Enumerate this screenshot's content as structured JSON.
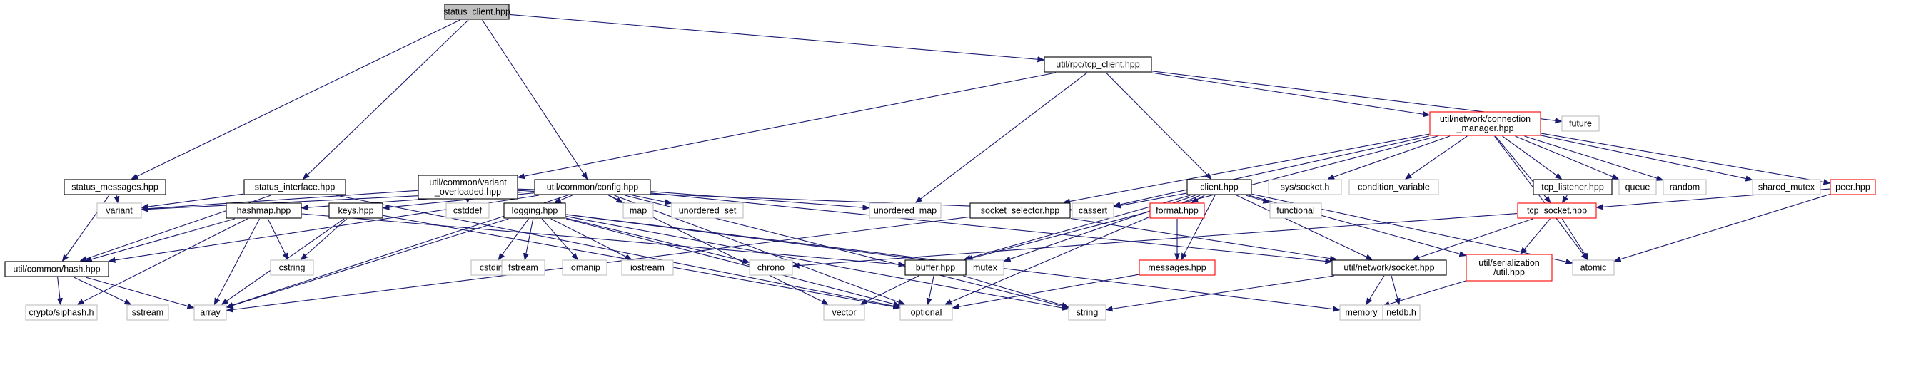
{
  "colors": {
    "edge": "#191970",
    "root_fill": "#bfbfbf",
    "root_border": "#000000",
    "local_border": "#000000",
    "truncated_border": "#ff0000",
    "external_border": "#bfbfbf",
    "node_fill": "#ffffff"
  },
  "nodes": [
    {
      "id": "status_client",
      "lines": [
        "status_client.hpp"
      ],
      "kind": "root"
    },
    {
      "id": "tcp_client",
      "lines": [
        "util/rpc/tcp_client.hpp"
      ],
      "kind": "local"
    },
    {
      "id": "future",
      "lines": [
        "future"
      ],
      "kind": "external"
    },
    {
      "id": "connection_manager",
      "lines": [
        "util/network/connection",
        "_manager.hpp"
      ],
      "kind": "truncated"
    },
    {
      "id": "status_messages",
      "lines": [
        "status_messages.hpp"
      ],
      "kind": "local"
    },
    {
      "id": "status_interface",
      "lines": [
        "status_interface.hpp"
      ],
      "kind": "local"
    },
    {
      "id": "variant_overloaded",
      "lines": [
        "util/common/variant",
        "_overloaded.hpp"
      ],
      "kind": "local"
    },
    {
      "id": "config",
      "lines": [
        "util/common/config.hpp"
      ],
      "kind": "local"
    },
    {
      "id": "client",
      "lines": [
        "client.hpp"
      ],
      "kind": "local"
    },
    {
      "id": "sys_socket",
      "lines": [
        "sys/socket.h"
      ],
      "kind": "external"
    },
    {
      "id": "condition_variable",
      "lines": [
        "condition_variable"
      ],
      "kind": "external"
    },
    {
      "id": "tcp_listener",
      "lines": [
        "tcp_listener.hpp"
      ],
      "kind": "local"
    },
    {
      "id": "queue",
      "lines": [
        "queue"
      ],
      "kind": "external"
    },
    {
      "id": "random",
      "lines": [
        "random"
      ],
      "kind": "external"
    },
    {
      "id": "shared_mutex",
      "lines": [
        "shared_mutex"
      ],
      "kind": "external"
    },
    {
      "id": "peer",
      "lines": [
        "peer.hpp"
      ],
      "kind": "truncated"
    },
    {
      "id": "variant",
      "lines": [
        "variant"
      ],
      "kind": "external"
    },
    {
      "id": "cstddef",
      "lines": [
        "cstddef"
      ],
      "kind": "external"
    },
    {
      "id": "map",
      "lines": [
        "map"
      ],
      "kind": "external"
    },
    {
      "id": "unordered_set",
      "lines": [
        "unordered_set"
      ],
      "kind": "external"
    },
    {
      "id": "unordered_map",
      "lines": [
        "unordered_map"
      ],
      "kind": "external"
    },
    {
      "id": "cassert",
      "lines": [
        "cassert"
      ],
      "kind": "external"
    },
    {
      "id": "functional",
      "lines": [
        "functional"
      ],
      "kind": "external"
    },
    {
      "id": "hashmap",
      "lines": [
        "hashmap.hpp"
      ],
      "kind": "local"
    },
    {
      "id": "keys",
      "lines": [
        "keys.hpp"
      ],
      "kind": "local"
    },
    {
      "id": "logging",
      "lines": [
        "logging.hpp"
      ],
      "kind": "local"
    },
    {
      "id": "socket_selector",
      "lines": [
        "socket_selector.hpp"
      ],
      "kind": "local"
    },
    {
      "id": "format",
      "lines": [
        "format.hpp"
      ],
      "kind": "truncated"
    },
    {
      "id": "tcp_socket",
      "lines": [
        "tcp_socket.hpp"
      ],
      "kind": "truncated"
    },
    {
      "id": "hash",
      "lines": [
        "util/common/hash.hpp"
      ],
      "kind": "local"
    },
    {
      "id": "cstring",
      "lines": [
        "cstring"
      ],
      "kind": "external"
    },
    {
      "id": "cstdint",
      "lines": [
        "cstdint"
      ],
      "kind": "external"
    },
    {
      "id": "fstream",
      "lines": [
        "fstream"
      ],
      "kind": "external"
    },
    {
      "id": "iomanip",
      "lines": [
        "iomanip"
      ],
      "kind": "external"
    },
    {
      "id": "iostream",
      "lines": [
        "iostream"
      ],
      "kind": "external"
    },
    {
      "id": "chrono",
      "lines": [
        "chrono"
      ],
      "kind": "external"
    },
    {
      "id": "mutex",
      "lines": [
        "mutex"
      ],
      "kind": "external"
    },
    {
      "id": "buffer",
      "lines": [
        "buffer.hpp"
      ],
      "kind": "local"
    },
    {
      "id": "messages",
      "lines": [
        "messages.hpp"
      ],
      "kind": "truncated"
    },
    {
      "id": "network_socket",
      "lines": [
        "util/network/socket.hpp"
      ],
      "kind": "local"
    },
    {
      "id": "serialization_util",
      "lines": [
        "util/serialization",
        "/util.hpp"
      ],
      "kind": "truncated"
    },
    {
      "id": "atomic",
      "lines": [
        "atomic"
      ],
      "kind": "external"
    },
    {
      "id": "siphash",
      "lines": [
        "crypto/siphash.h"
      ],
      "kind": "external"
    },
    {
      "id": "sstream",
      "lines": [
        "sstream"
      ],
      "kind": "external"
    },
    {
      "id": "array",
      "lines": [
        "array"
      ],
      "kind": "external"
    },
    {
      "id": "vector",
      "lines": [
        "vector"
      ],
      "kind": "external"
    },
    {
      "id": "optional",
      "lines": [
        "optional"
      ],
      "kind": "external"
    },
    {
      "id": "string",
      "lines": [
        "string"
      ],
      "kind": "external"
    },
    {
      "id": "memory",
      "lines": [
        "memory"
      ],
      "kind": "external"
    },
    {
      "id": "netdb",
      "lines": [
        "netdb.h"
      ],
      "kind": "external"
    }
  ],
  "edges": [
    [
      "status_client",
      "tcp_client"
    ],
    [
      "status_client",
      "status_messages"
    ],
    [
      "status_client",
      "status_interface"
    ],
    [
      "status_client",
      "config"
    ],
    [
      "tcp_client",
      "future"
    ],
    [
      "tcp_client",
      "connection_manager"
    ],
    [
      "tcp_client",
      "variant_overloaded"
    ],
    [
      "tcp_client",
      "client"
    ],
    [
      "tcp_client",
      "unordered_map"
    ],
    [
      "connection_manager",
      "sys_socket"
    ],
    [
      "connection_manager",
      "condition_variable"
    ],
    [
      "connection_manager",
      "tcp_listener"
    ],
    [
      "connection_manager",
      "queue"
    ],
    [
      "connection_manager",
      "random"
    ],
    [
      "connection_manager",
      "shared_mutex"
    ],
    [
      "connection_manager",
      "peer"
    ],
    [
      "connection_manager",
      "cassert"
    ],
    [
      "connection_manager",
      "socket_selector"
    ],
    [
      "connection_manager",
      "tcp_socket"
    ],
    [
      "connection_manager",
      "atomic"
    ],
    [
      "connection_manager",
      "buffer"
    ],
    [
      "status_messages",
      "variant"
    ],
    [
      "status_messages",
      "hash"
    ],
    [
      "status_interface",
      "variant"
    ],
    [
      "status_interface",
      "hash"
    ],
    [
      "status_interface",
      "optional"
    ],
    [
      "variant_overloaded",
      "variant"
    ],
    [
      "variant_overloaded",
      "cstddef"
    ],
    [
      "variant_overloaded",
      "cassert"
    ],
    [
      "config",
      "variant"
    ],
    [
      "config",
      "map"
    ],
    [
      "config",
      "unordered_set"
    ],
    [
      "config",
      "unordered_map"
    ],
    [
      "config",
      "hashmap"
    ],
    [
      "config",
      "keys"
    ],
    [
      "config",
      "logging"
    ],
    [
      "config",
      "hash"
    ],
    [
      "config",
      "array"
    ],
    [
      "config",
      "vector"
    ],
    [
      "config",
      "optional"
    ],
    [
      "config",
      "string"
    ],
    [
      "config",
      "network_socket"
    ],
    [
      "client",
      "cassert"
    ],
    [
      "client",
      "functional"
    ],
    [
      "client",
      "format"
    ],
    [
      "client",
      "messages"
    ],
    [
      "client",
      "buffer"
    ],
    [
      "client",
      "mutex"
    ],
    [
      "client",
      "optional"
    ],
    [
      "client",
      "serialization_util"
    ],
    [
      "client",
      "network_socket"
    ],
    [
      "client",
      "atomic"
    ],
    [
      "tcp_listener",
      "tcp_socket"
    ],
    [
      "peer",
      "tcp_socket"
    ],
    [
      "peer",
      "atomic"
    ],
    [
      "hashmap",
      "hash"
    ],
    [
      "hashmap",
      "cstring"
    ],
    [
      "hashmap",
      "array"
    ],
    [
      "hashmap",
      "siphash"
    ],
    [
      "hashmap",
      "buffer"
    ],
    [
      "keys",
      "cstring"
    ],
    [
      "keys",
      "array"
    ],
    [
      "keys",
      "optional"
    ],
    [
      "logging",
      "cstdint"
    ],
    [
      "logging",
      "fstream"
    ],
    [
      "logging",
      "iomanip"
    ],
    [
      "logging",
      "iostream"
    ],
    [
      "logging",
      "chrono"
    ],
    [
      "logging",
      "mutex"
    ],
    [
      "logging",
      "string"
    ],
    [
      "logging",
      "optional"
    ],
    [
      "logging",
      "array"
    ],
    [
      "logging",
      "memory"
    ],
    [
      "socket_selector",
      "network_socket"
    ],
    [
      "socket_selector",
      "array"
    ],
    [
      "format",
      "messages"
    ],
    [
      "tcp_socket",
      "network_socket"
    ],
    [
      "tcp_socket",
      "serialization_util"
    ],
    [
      "tcp_socket",
      "atomic"
    ],
    [
      "tcp_socket",
      "chrono"
    ],
    [
      "hash",
      "siphash"
    ],
    [
      "hash",
      "sstream"
    ],
    [
      "hash",
      "array"
    ],
    [
      "buffer",
      "vector"
    ],
    [
      "buffer",
      "optional"
    ],
    [
      "buffer",
      "string"
    ],
    [
      "messages",
      "optional"
    ],
    [
      "network_socket",
      "string"
    ],
    [
      "network_socket",
      "memory"
    ],
    [
      "network_socket",
      "netdb"
    ],
    [
      "serialization_util",
      "memory"
    ]
  ]
}
